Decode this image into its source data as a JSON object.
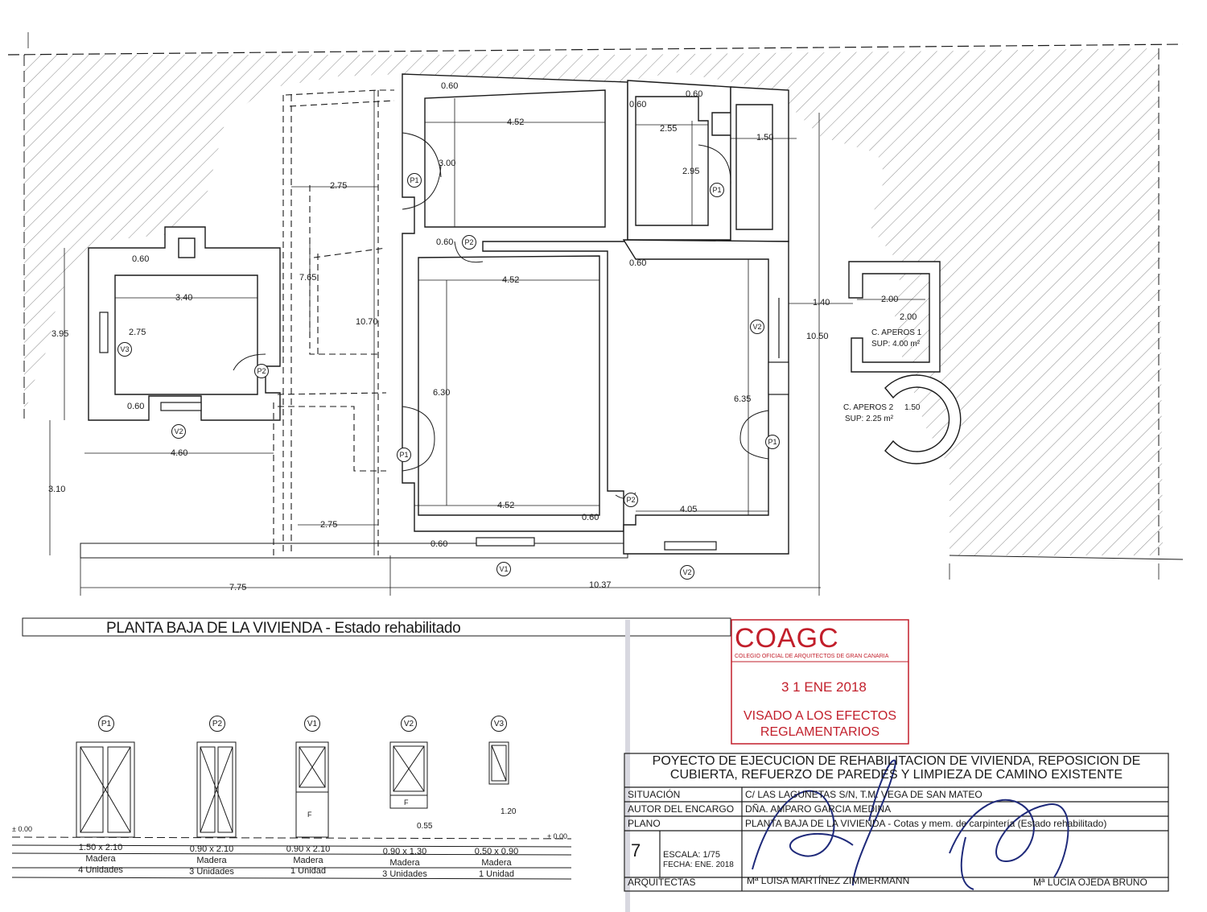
{
  "plan_title": "PLANTA BAJA DE LA VIVIENDA - Estado rehabilitado",
  "dimensions": {
    "d060_a": "0.60",
    "d060_b": "0.60",
    "d060_c": "0.60",
    "d060_d": "0.60",
    "d060_e": "0.60",
    "d060_f": "0.60",
    "d060_g": "0.60",
    "d060_h": "0.60",
    "d060_i": "0.60",
    "d452_a": "4.52",
    "d452_b": "4.52",
    "d452_c": "4.52",
    "d300": "3.00",
    "d275_a": "2.75",
    "d275_b": "2.75",
    "d275_c": "2.75",
    "d765": "7.65",
    "d1070": "10.70",
    "d340": "3.40",
    "d395": "3.95",
    "d460": "4.60",
    "d310": "3.10",
    "d630": "6.30",
    "d255": "2.55",
    "d150": "1.50",
    "d295": "2.95",
    "d140": "1.40",
    "d200_a": "2.00",
    "d200_b": "2.00",
    "d1050": "10.50",
    "d635": "6.35",
    "d405": "4.05",
    "d775": "7.75",
    "d1037": "10.37",
    "d150_b": "1.50"
  },
  "rooms": {
    "aperos1_name": "C. APEROS 1",
    "aperos1_sup": "SUP: 4.00 m²",
    "aperos2_name": "C. APEROS 2",
    "aperos2_sup": "SUP: 2.25 m²"
  },
  "tags": {
    "P1": "P1",
    "P2": "P2",
    "V1": "V1",
    "V2": "V2",
    "V3": "V3"
  },
  "schedule": {
    "level_left": "± 0.00",
    "level_right": "± 0.00",
    "sill_v2": "0.55",
    "sill_v3": "1.20",
    "fixed_mark": "F",
    "items": [
      {
        "tag": "P1",
        "size": "1.50 x 2.10",
        "material": "Madera",
        "units": "4 Unidades"
      },
      {
        "tag": "P2",
        "size": "0.90 x 2.10",
        "material": "Madera",
        "units": "3 Unidades"
      },
      {
        "tag": "V1",
        "size": "0.90 x 2.10",
        "material": "Madera",
        "units": "1 Unidad"
      },
      {
        "tag": "V2",
        "size": "0.90 x 1.30",
        "material": "Madera",
        "units": "3 Unidades"
      },
      {
        "tag": "V3",
        "size": "0.50 x 0.90",
        "material": "Madera",
        "units": "1 Unidad"
      }
    ]
  },
  "stamp": {
    "logo": "COAGC",
    "subtitle": "COLEGIO OFICIAL DE ARQUITECTOS DE GRAN CANARIA",
    "date": "3 1 ENE 2018",
    "visado_line1": "VISADO A LOS EFECTOS",
    "visado_line2": "REGLAMENTARIOS"
  },
  "title_block": {
    "title_line1": "POYECTO DE EJECUCION DE REHABILITACION DE VIVIENDA, REPOSICION DE",
    "title_line2": "CUBIERTA, REFUERZO DE PAREDES Y LIMPIEZA DE CAMINO EXISTENTE",
    "situacion_label": "SITUACIÓN",
    "situacion_value": "C/ LAS LAGUNETAS S/N, T.M. VEGA DE SAN MATEO",
    "autor_label": "AUTOR DEL ENCARGO",
    "autor_value": "DÑA. AMPARO GARCIA MEDINA",
    "plano_label": "PLANO",
    "plano_value": "PLANTA BAJA DE LA VIVIENDA - Cotas y mem. de carpintería (Estado rehabilitado)",
    "sheet_number": "7",
    "escala": "ESCALA:  1/75",
    "fecha": "FECHA: ENE. 2018",
    "arquitectos_label": "ARQUITECTAS",
    "architect1": "Mª LUISA MARTÍNEZ ZIMMERMANN",
    "architect2": "Mª LUCIA OJEDA BRUNO"
  },
  "colors": {
    "ink": "#1a1a1a",
    "stamp": "#c21f2b",
    "hatch": "#8a8a8a"
  }
}
